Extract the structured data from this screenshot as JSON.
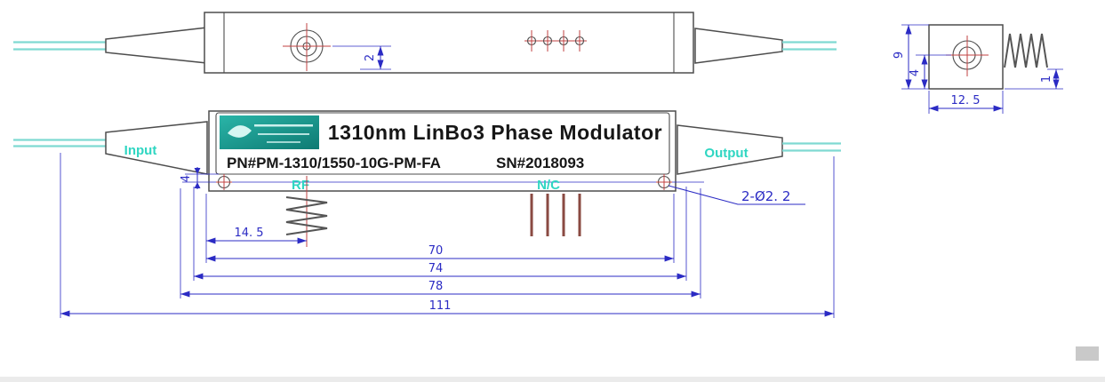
{
  "drawing": {
    "title": "1310nm LinBo3 Phase Modulator",
    "part_number": "PN#PM-1310/1550-10G-PM-FA",
    "serial_number": "SN#2018093"
  },
  "labels": {
    "input": "Input",
    "output": "Output",
    "rf": "RF",
    "nc": "N/C"
  },
  "dimensions": {
    "top_view_offset": "2",
    "end_view_height": "9",
    "end_view_offset": "4",
    "end_view_width": "12. 5",
    "end_view_tail": "1",
    "front_offset": "4",
    "holes_note": "2-Ø2. 2",
    "rf_from_left": "14. 5",
    "span_inner": "70",
    "span_holes": "74",
    "span_body": "78",
    "overall_length": "111"
  },
  "colors": {
    "dimension_blue": "#2b2bc4",
    "outline_gray": "#4d4d4d",
    "fiber_cyan": "#7fd9d2",
    "label_cyan": "#2fd6c2",
    "center_red": "#c24040",
    "pin_maroon": "#8a4a42",
    "logo_teal": "#18978d"
  }
}
